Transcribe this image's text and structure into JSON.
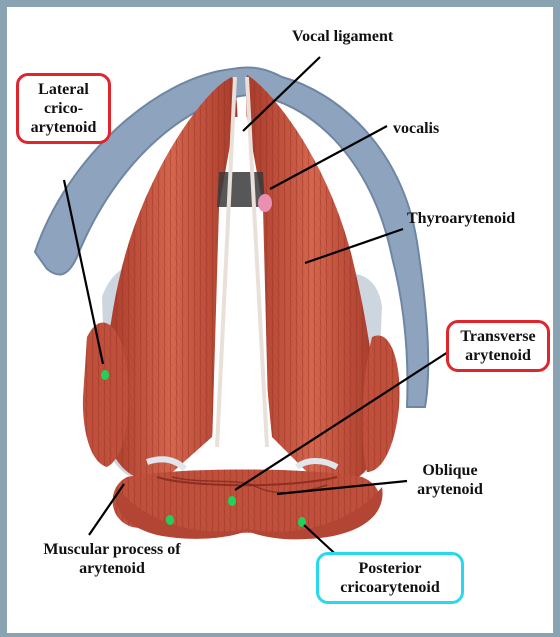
{
  "labels": {
    "vocal_ligament": "Vocal ligament",
    "lateral_cricoarytenoid": [
      "Lateral",
      "crico-",
      "arytenoid"
    ],
    "vocalis": "vocalis",
    "thyroarytenoid": "Thyroarytenoid",
    "transverse_arytenoid": [
      "Transverse",
      "arytenoid"
    ],
    "oblique_arytenoid": [
      "Oblique",
      "arytenoid"
    ],
    "muscular_process": [
      "Muscular process of",
      "arytenoid"
    ],
    "posterior_cricoarytenoid": [
      "Posterior",
      "cricoarytenoid"
    ]
  },
  "colors": {
    "muscle": "#c0503c",
    "muscle_dark": "#8e2f22",
    "cartilage": "#8ea3be",
    "highlight_red": "#e0262a",
    "highlight_cyan": "#27d8ee",
    "marker_green": "#1fd35a"
  }
}
